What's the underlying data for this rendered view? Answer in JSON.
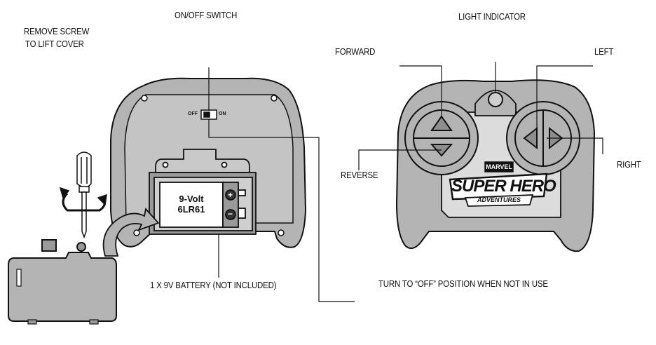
{
  "labels": {
    "on_off_switch": "ON/OFF SWITCH",
    "light_indicator": "LIGHT INDICATOR",
    "remove_screw_line1": "REMOVE SCREW",
    "remove_screw_line2": "TO LIFT COVER",
    "forward": "FORWARD",
    "left": "LEFT",
    "reverse": "REVERSE",
    "right": "RIGHT",
    "battery_note": "1 X 9V BATTERY (NOT INCLUDED)",
    "turn_off_note": "TURN TO “OFF” POSITION WHEN NOT IN USE"
  },
  "switch": {
    "off_label": "OFF",
    "on_label": "ON"
  },
  "battery": {
    "line1": "9-Volt",
    "line2": "6LR61",
    "plus": "+",
    "minus": "−"
  },
  "brand": {
    "marvel": "MARVEL",
    "title": "SUPER HERO",
    "subtitle": "ADVENTURES"
  },
  "colors": {
    "controller": "#b4b4b4",
    "controller_dark": "#8e8e8e",
    "outline": "#111111",
    "panel": "#dcdcdc"
  }
}
